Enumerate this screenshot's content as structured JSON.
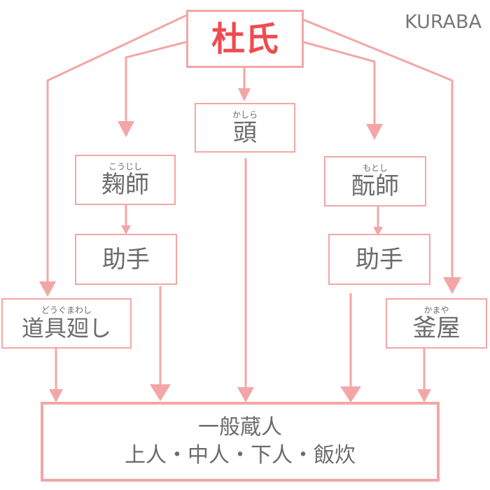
{
  "brand": "KURABA",
  "nodes": {
    "toji": {
      "label": "杜氏"
    },
    "kashira": {
      "ruby": "かしら",
      "label": "頭"
    },
    "koujishi": {
      "ruby": "こうじし",
      "label": "麹師"
    },
    "motoshi": {
      "ruby": "もとし",
      "label": "酛師"
    },
    "joshu_left": {
      "label": "助手"
    },
    "joshu_right": {
      "label": "助手"
    },
    "dougumawashi": {
      "ruby": "どうぐまわし",
      "label": "道具廻し"
    },
    "kamaya": {
      "ruby": "かまや",
      "label": "釜屋"
    },
    "ippan": {
      "line1": "一般蔵人",
      "line2": "上人・中人・下人・飯炊"
    }
  },
  "colors": {
    "line": "#f4a6a6",
    "accent": "#ef4a4f",
    "text": "#6b6b6b"
  }
}
